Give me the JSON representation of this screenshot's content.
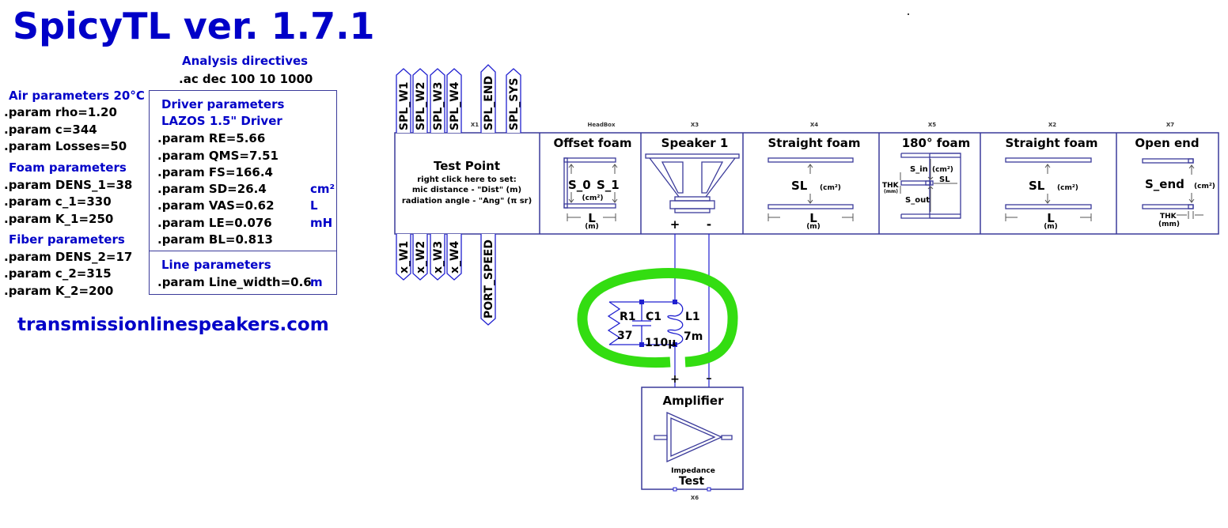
{
  "title": "SpicyTL ver. 1.7.1",
  "website": "transmissionlinespeakers.com",
  "analysis": {
    "heading": "Analysis directives",
    "directive": ".ac dec 100 10 1000"
  },
  "air": {
    "heading": "Air parameters 20°C",
    "params": [
      ".param rho=1.20",
      ".param c=344",
      ".param Losses=50"
    ]
  },
  "foam": {
    "heading": "Foam parameters",
    "params": [
      ".param DENS_1=38",
      ".param c_1=330",
      ".param K_1=250"
    ]
  },
  "fiber": {
    "heading": "Fiber parameters",
    "params": [
      ".param DENS_2=17",
      ".param c_2=315",
      ".param K_2=200"
    ]
  },
  "driver": {
    "heading": "Driver parameters",
    "model": "LAZOS 1.5\" Driver",
    "params": [
      {
        "text": ".param RE=5.66",
        "unit": ""
      },
      {
        "text": ".param QMS=7.51",
        "unit": ""
      },
      {
        "text": ".param FS=166.4",
        "unit": ""
      },
      {
        "text": ".param SD=26.4",
        "unit": "cm²"
      },
      {
        "text": ".param VAS=0.62",
        "unit": "L"
      },
      {
        "text": ".param LE=0.076",
        "unit": "mH"
      },
      {
        "text": ".param BL=0.813",
        "unit": ""
      }
    ]
  },
  "line": {
    "heading": "Line parameters",
    "param": ".param Line_width=0.6",
    "unit": "m"
  },
  "top_ports": [
    "SPL_W1",
    "SPL_W2",
    "SPL_W3",
    "SPL_W4",
    "SPL_END",
    "SPL_SYS"
  ],
  "bottom_ports": [
    "x_W1",
    "x_W2",
    "x_W3",
    "x_W4",
    "PORT_SPEED"
  ],
  "blocks": {
    "test_point": {
      "ref": "X1",
      "title": "Test Point",
      "lines": [
        "right click here  to set:",
        "mic distance - \"Dist\" (m)",
        "radiation angle - \"Ang\" (π sr)"
      ]
    },
    "offset_foam": {
      "ref": "HeadBox",
      "title": "Offset foam",
      "s0": "S_0",
      "s1": "S_1",
      "area_unit": "(cm²)",
      "length": "L",
      "length_unit": "(m)"
    },
    "speaker": {
      "ref": "X3",
      "title": "Speaker 1",
      "plus": "+",
      "minus": "-"
    },
    "straight_foam_1": {
      "ref": "X4",
      "title": "Straight foam",
      "sl": "SL",
      "area_unit": "(cm²)",
      "length": "L",
      "length_unit": "(m)"
    },
    "foam_180": {
      "ref": "X5",
      "title": "180° foam",
      "s_in": "S_in",
      "area_unit": "(cm²)",
      "s_out": "S_out",
      "sl": "SL",
      "thk": "THK",
      "thk_unit": "(mm)"
    },
    "straight_foam_2": {
      "ref": "X2",
      "title": "Straight foam",
      "sl": "SL",
      "area_unit": "(cm²)",
      "length": "L",
      "length_unit": "(m)"
    },
    "open_end": {
      "ref": "X7",
      "title": "Open end",
      "s_end": "S_end",
      "area_unit": "(cm²)",
      "thk": "THK",
      "thk_unit": "(mm)"
    }
  },
  "components": {
    "r1": {
      "name": "R1",
      "value": "37"
    },
    "c1": {
      "name": "C1",
      "value": "110µ"
    },
    "l1": {
      "name": "L1",
      "value": "7m"
    }
  },
  "amplifier": {
    "ref": "X6",
    "title": "Amplifier",
    "subtitle": "Impedance",
    "mode": "Test"
  },
  "colors": {
    "title_blue": "#0000c8",
    "wire_blue": "#2020d0",
    "box_border": "#3a3a9a",
    "highlight_green": "#33dd11"
  }
}
